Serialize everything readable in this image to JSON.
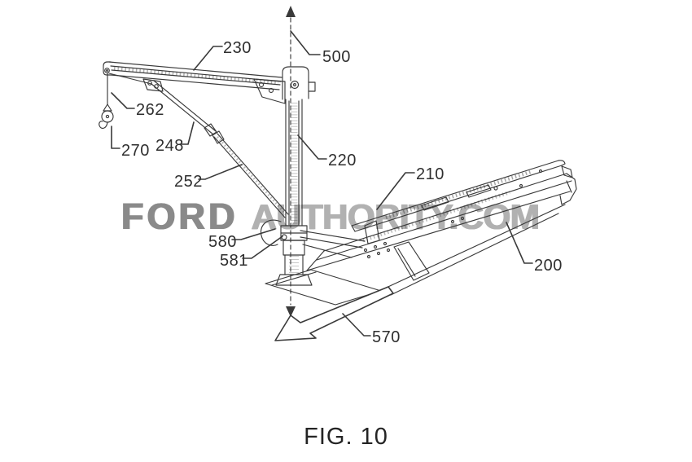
{
  "figure": {
    "caption": "FIG. 10"
  },
  "watermark": {
    "part1": "FORD",
    "part2": "AUTHORITY.COM"
  },
  "ref_labels": {
    "l200": "200",
    "l210": "210",
    "l220": "220",
    "l230": "230",
    "l248": "248",
    "l252": "252",
    "l262": "262",
    "l270": "270",
    "l500": "500",
    "l570": "570",
    "l580": "580",
    "l581": "581"
  },
  "colors": {
    "line": "#3a3a3a",
    "label": "#2f2f2f",
    "wm_ford": "#8a8a8a",
    "wm_auth": "#b1b1b1",
    "bg": "#ffffff"
  }
}
